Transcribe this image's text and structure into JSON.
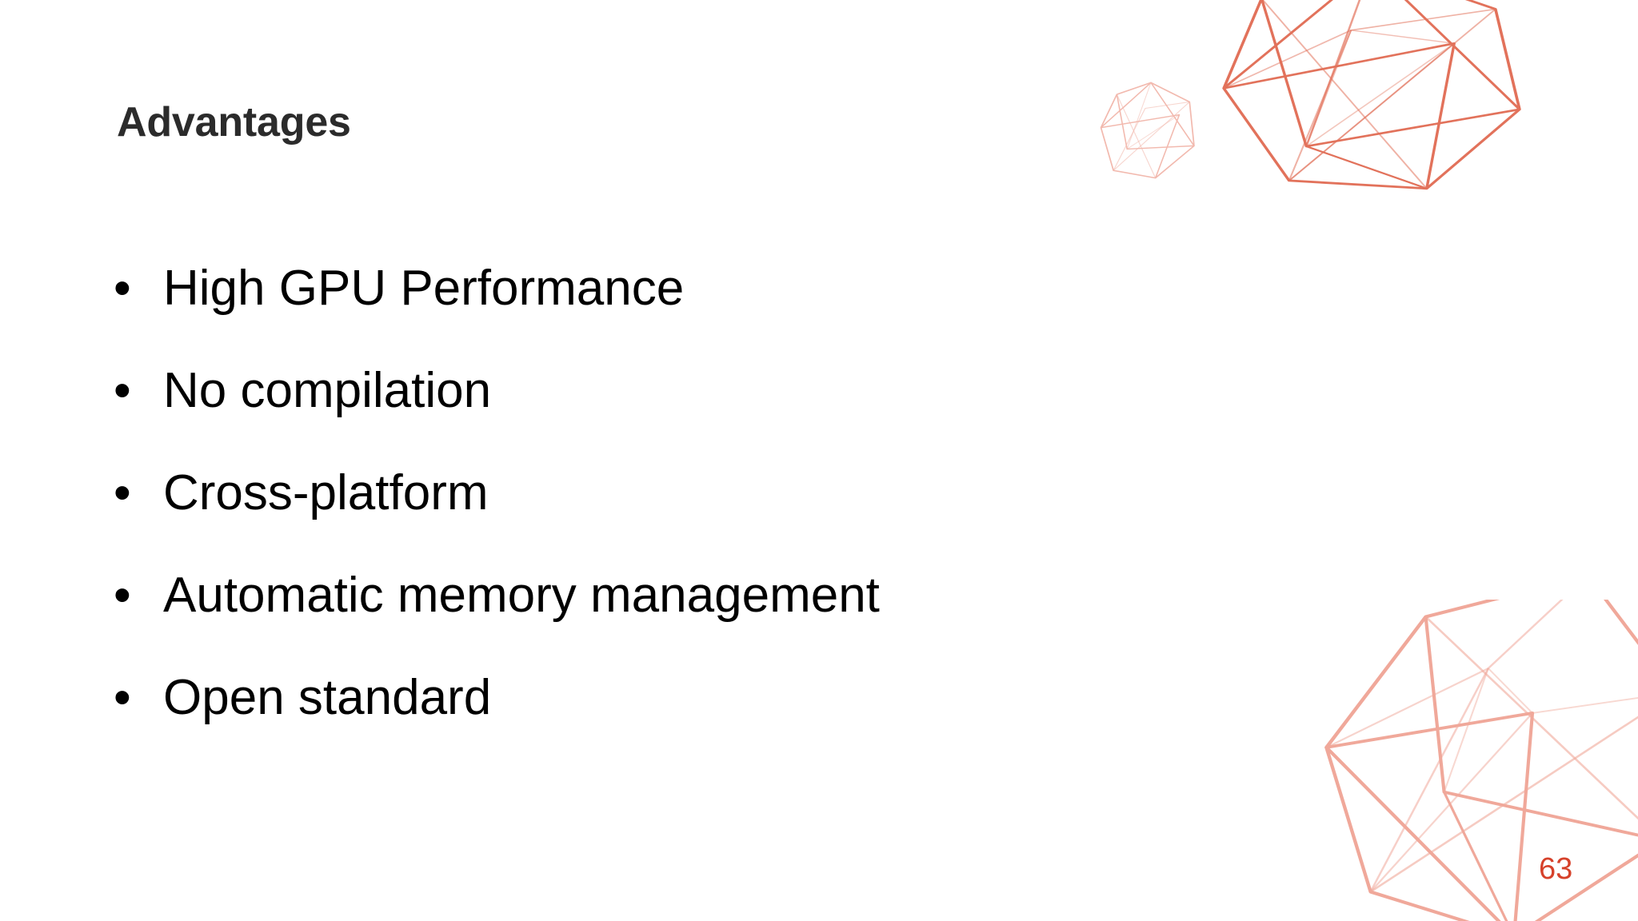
{
  "slide": {
    "title": "Advantages",
    "page_number": "63",
    "background_color": "#ffffff",
    "title_color": "#2b2b2b",
    "body_text_color": "#000000",
    "page_number_color": "#d6412a",
    "accent_color": "#e2725b",
    "accent_color_light": "#f0a89a",
    "accent_color_faint": "#f7c9c0"
  },
  "bullets": [
    {
      "marker": "•",
      "text": "High GPU Performance"
    },
    {
      "marker": "•",
      "text": "No compilation"
    },
    {
      "marker": "•",
      "text": "Cross-platform"
    },
    {
      "marker": "•",
      "text": "Automatic memory management"
    },
    {
      "marker": "•",
      "text": "Open standard"
    }
  ],
  "decorations": [
    {
      "name": "icosahedron-wireframe-large-top-right"
    },
    {
      "name": "icosahedron-wireframe-small-top-right"
    },
    {
      "name": "icosahedron-wireframe-large-bottom-right"
    }
  ]
}
